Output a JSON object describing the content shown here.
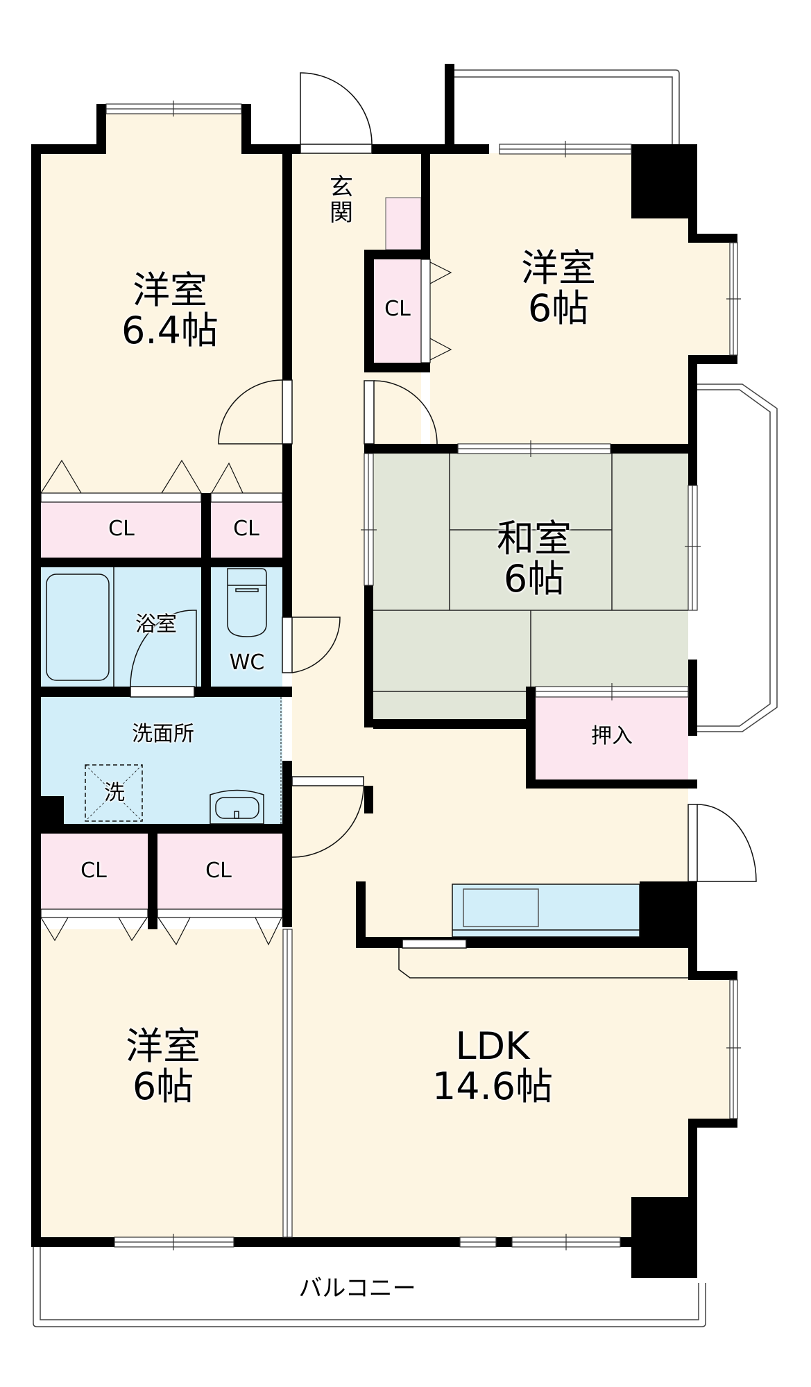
{
  "colors": {
    "floor": "#fdf5e2",
    "tatami": "#e1e6d8",
    "closet": "#fce6ef",
    "wet": "#d2eef9",
    "wall": "#000000"
  },
  "rooms": {
    "western_nw": {
      "name": "洋室",
      "size": "6.4帖"
    },
    "western_ne": {
      "name": "洋室",
      "size": "6帖"
    },
    "western_sw": {
      "name": "洋室",
      "size": "6帖"
    },
    "japanese": {
      "name": "和室",
      "size": "6帖"
    },
    "ldk": {
      "name": "LDK",
      "size": "14.6帖"
    },
    "entrance": {
      "name": "玄関"
    },
    "bath": {
      "name": "浴室"
    },
    "toilet": {
      "name": "WC"
    },
    "washroom": {
      "name": "洗面所"
    },
    "washer": {
      "name": "洗"
    },
    "oshiire": {
      "name": "押入"
    },
    "balcony": {
      "name": "バルコニー"
    }
  },
  "closets": {
    "entrance_cl": "CL",
    "nw_cl_left": "CL",
    "nw_cl_right": "CL",
    "sw_cl_left": "CL",
    "sw_cl_right": "CL"
  }
}
